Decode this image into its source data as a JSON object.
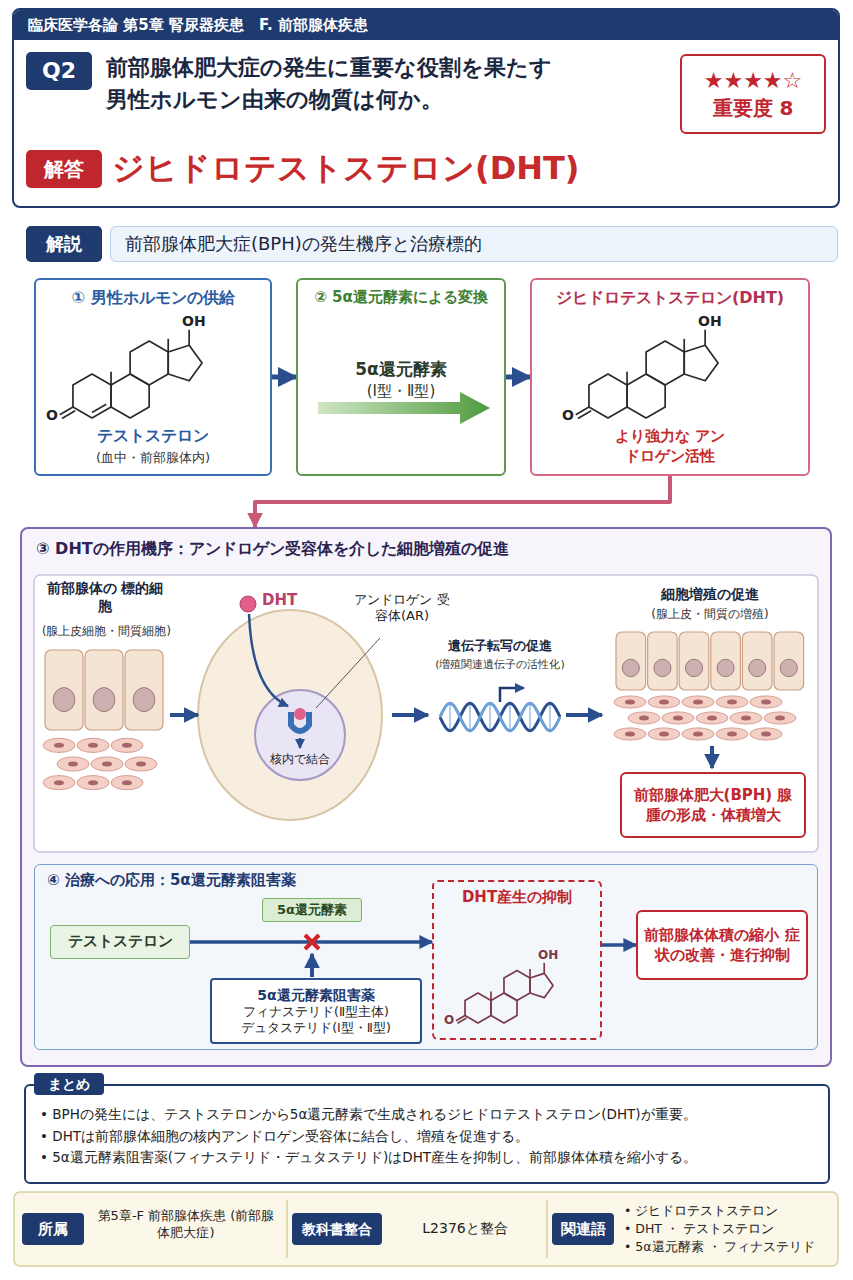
{
  "diagram": {
    "nodes": [
      {
        "text": [
          "臨床医学各論 第5章 腎尿器疾患　F. 前部腺体疾患",
          "前部腺体肥大症の発生に重要な役割を果たす 男性ホルモン由来の物質は何か。",
          "ジヒドロテストステロン(DHT)"
        ]
      },
      {
        "text": [
          "Q2"
        ],
        "in": 0
      },
      {
        "text": [
          "★★★★☆",
          "重要度 8"
        ],
        "in": 0
      },
      {
        "text": [
          "解答"
        ],
        "in": 0
      },
      {
        "text": [
          "解説"
        ]
      },
      {
        "text": [
          "前部腺体肥大症(BPH)の発生機序と治療標的"
        ]
      },
      {
        "text": [
          "① 男性ホルモンの供給",
          "テストステロン",
          "(血中・前部腺体内)"
        ]
      },
      {
        "text": [
          "② 5α還元酵素による変換",
          "5α還元酵素",
          "(Ⅰ型・Ⅱ型)"
        ]
      },
      {
        "text": [
          "ジヒドロテストステロン(DHT)",
          "より強力な アンドロゲン活性"
        ]
      },
      {
        "text": [
          "③ DHTの作用機序：アンドロゲン受容体を介した細胞増殖の促進"
        ]
      },
      {
        "text": [
          "前部腺体肥大(BPH) 腺腫の形成・体積増大"
        ],
        "in": 9
      },
      {
        "text": [
          "④ 治療への応用：5α還元酵素阻害薬"
        ],
        "in": 9
      },
      {
        "text": [
          "テストステロン"
        ],
        "in": 11
      },
      {
        "text": [
          "5α還元酵素"
        ],
        "in": 11
      },
      {
        "text": [
          "5α還元酵素阻害薬",
          "フィナステリド(Ⅱ型主体)",
          "デュタステリド(Ⅰ型・Ⅱ型)"
        ],
        "in": 11
      },
      {
        "text": [
          "DHT産生の抑制"
        ],
        "in": 11
      },
      {
        "text": [
          "前部腺体体積の縮小 症状の改善・進行抑制"
        ],
        "in": 11
      },
      {
        "text": [
          "まとめ",
          "• BPHの発生には、テストステロンから5α還元酵素で生成されるジヒドロテストステロン(DHT)が重要。",
          "• DHTは前部腺体細胞の核内アンドロゲン受容体に結合し、増殖を促進する。",
          "• 5α還元酵素阻害薬(フィナステリド・デュタステリド)はDHT産生を抑制し、前部腺体体積を縮小する。"
        ]
      },
      {
        "text": [
          "所属",
          "第5章-F 前部腺体疾患 (前部腺体肥大症)"
        ]
      },
      {
        "text": [
          "教科書整合",
          "L2376と整合"
        ]
      },
      {
        "text": [
          "関連語",
          "• ジヒドロテストステロン",
          "• DHT ・ テストステロン",
          "• 5α還元酵素 ・ フィナステリド"
        ]
      }
    ],
    "edges": [
      {
        "from": 6,
        "to": 7,
        "arrow": "to"
      },
      {
        "from": 7,
        "to": 8,
        "arrow": "to"
      },
      {
        "from": 8,
        "to": 9,
        "arrow": "to"
      },
      {
        "from": 12,
        "to": 15,
        "arrow": "to"
      },
      {
        "from": 15,
        "to": 16,
        "arrow": "to"
      }
    ],
    "labels": [
      "OH",
      "O",
      "OH",
      "O",
      "前部腺体の 標的細胞",
      "(腺上皮細胞・間質細胞)",
      "DHT",
      "アンドロゲン 受容体(AR)",
      "核内で結合",
      "遺伝子転写の促進",
      "(増殖関連遺伝子の活性化)",
      "細胞増殖の促進",
      "(腺上皮・間質の増殖)",
      "OH",
      "O"
    ]
  }
}
